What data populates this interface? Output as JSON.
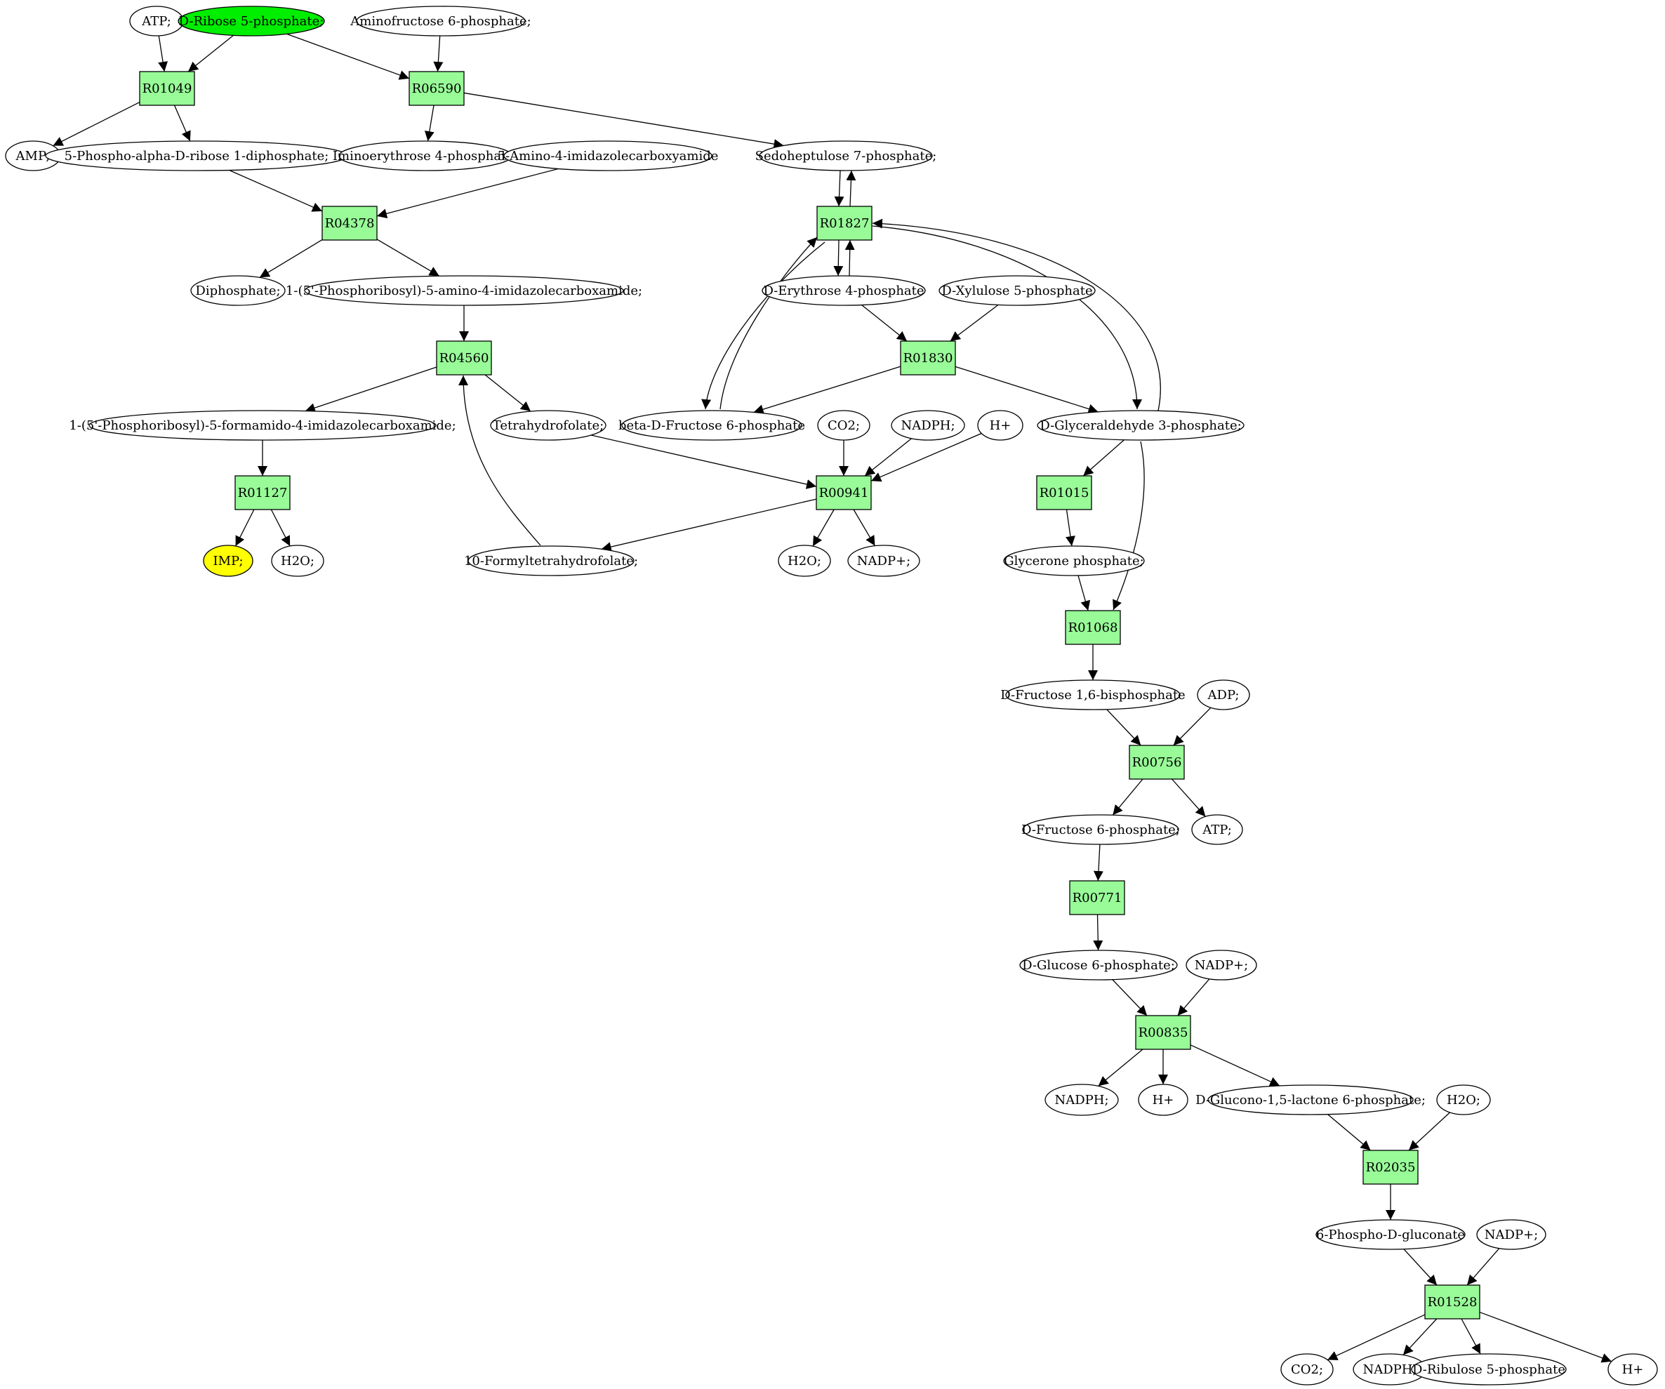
{
  "colors": {
    "reaction": "#98fb98",
    "compound": "#ffffff",
    "source": "#00ee00",
    "target": "#ffff00",
    "stroke": "#000000"
  },
  "nodes": [
    {
      "id": "atp1",
      "kind": "compound",
      "label": "ATP;"
    },
    {
      "id": "rib5p",
      "kind": "compound",
      "label": "D-Ribose 5-phosphate;",
      "highlight": "source"
    },
    {
      "id": "aminofru",
      "kind": "compound",
      "label": "Aminofructose 6-phosphate;"
    },
    {
      "id": "R01049",
      "kind": "reaction",
      "label": "R01049"
    },
    {
      "id": "R06590",
      "kind": "reaction",
      "label": "R06590"
    },
    {
      "id": "amp",
      "kind": "compound",
      "label": "AMP;"
    },
    {
      "id": "prpp",
      "kind": "compound",
      "label": "5-Phospho-alpha-D-ribose 1-diphosphate;"
    },
    {
      "id": "iminoery",
      "kind": "compound",
      "label": "Iminoerythrose 4-phosphate;"
    },
    {
      "id": "aica",
      "kind": "compound",
      "label": "5-Amino-4-imidazolecarboxyamide"
    },
    {
      "id": "s7p",
      "kind": "compound",
      "label": "Sedoheptulose 7-phosphate;"
    },
    {
      "id": "R04378",
      "kind": "reaction",
      "label": "R04378"
    },
    {
      "id": "R01827",
      "kind": "reaction",
      "label": "R01827"
    },
    {
      "id": "diphos",
      "kind": "compound",
      "label": "Diphosphate;"
    },
    {
      "id": "aicar",
      "kind": "compound",
      "label": "1-(5'-Phosphoribosyl)-5-amino-4-imidazolecarboxamide;"
    },
    {
      "id": "e4p",
      "kind": "compound",
      "label": "D-Erythrose 4-phosphate"
    },
    {
      "id": "xu5p",
      "kind": "compound",
      "label": "D-Xylulose 5-phosphate"
    },
    {
      "id": "R04560",
      "kind": "reaction",
      "label": "R04560"
    },
    {
      "id": "R01830",
      "kind": "reaction",
      "label": "R01830"
    },
    {
      "id": "faicar",
      "kind": "compound",
      "label": "1-(5'-Phosphoribosyl)-5-formamido-4-imidazolecarboxamide;"
    },
    {
      "id": "thf",
      "kind": "compound",
      "label": "Tetrahydrofolate;"
    },
    {
      "id": "bf6p",
      "kind": "compound",
      "label": "beta-D-Fructose 6-phosphate"
    },
    {
      "id": "co2a",
      "kind": "compound",
      "label": "CO2;"
    },
    {
      "id": "nadpha",
      "kind": "compound",
      "label": "NADPH;"
    },
    {
      "id": "ha",
      "kind": "compound",
      "label": "H+"
    },
    {
      "id": "g3p",
      "kind": "compound",
      "label": "D-Glyceraldehyde 3-phosphate;"
    },
    {
      "id": "R01127",
      "kind": "reaction",
      "label": "R01127"
    },
    {
      "id": "R00941",
      "kind": "reaction",
      "label": "R00941"
    },
    {
      "id": "R01015",
      "kind": "reaction",
      "label": "R01015"
    },
    {
      "id": "imp",
      "kind": "compound",
      "label": "IMP;",
      "highlight": "target"
    },
    {
      "id": "h2oa",
      "kind": "compound",
      "label": "H2O;"
    },
    {
      "id": "fthf",
      "kind": "compound",
      "label": "10-Formyltetrahydrofolate;"
    },
    {
      "id": "h2ob",
      "kind": "compound",
      "label": "H2O;"
    },
    {
      "id": "nadpa",
      "kind": "compound",
      "label": "NADP+;"
    },
    {
      "id": "dhap",
      "kind": "compound",
      "label": "Glycerone phosphate;"
    },
    {
      "id": "R01068",
      "kind": "reaction",
      "label": "R01068"
    },
    {
      "id": "fbp",
      "kind": "compound",
      "label": "D-Fructose 1,6-bisphosphate"
    },
    {
      "id": "adp",
      "kind": "compound",
      "label": "ADP;"
    },
    {
      "id": "R00756",
      "kind": "reaction",
      "label": "R00756"
    },
    {
      "id": "f6p",
      "kind": "compound",
      "label": "D-Fructose 6-phosphate;"
    },
    {
      "id": "atp2",
      "kind": "compound",
      "label": "ATP;"
    },
    {
      "id": "R00771",
      "kind": "reaction",
      "label": "R00771"
    },
    {
      "id": "g6p",
      "kind": "compound",
      "label": "D-Glucose 6-phosphate;"
    },
    {
      "id": "nadpb",
      "kind": "compound",
      "label": "NADP+;"
    },
    {
      "id": "R00835",
      "kind": "reaction",
      "label": "R00835"
    },
    {
      "id": "nadphb",
      "kind": "compound",
      "label": "NADPH;"
    },
    {
      "id": "hb",
      "kind": "compound",
      "label": "H+"
    },
    {
      "id": "glucono",
      "kind": "compound",
      "label": "D-Glucono-1,5-lactone 6-phosphate;"
    },
    {
      "id": "h2oc",
      "kind": "compound",
      "label": "H2O;"
    },
    {
      "id": "R02035",
      "kind": "reaction",
      "label": "R02035"
    },
    {
      "id": "pgluc",
      "kind": "compound",
      "label": "6-Phospho-D-gluconate"
    },
    {
      "id": "nadpc",
      "kind": "compound",
      "label": "NADP+;"
    },
    {
      "id": "R01528",
      "kind": "reaction",
      "label": "R01528"
    },
    {
      "id": "co2b",
      "kind": "compound",
      "label": "CO2;"
    },
    {
      "id": "nadphc",
      "kind": "compound",
      "label": "NADPH;"
    },
    {
      "id": "ru5p",
      "kind": "compound",
      "label": "D-Ribulose 5-phosphate"
    },
    {
      "id": "hc",
      "kind": "compound",
      "label": "H+"
    }
  ],
  "edges": [
    {
      "from": "atp1",
      "to": "R01049"
    },
    {
      "from": "rib5p",
      "to": "R01049"
    },
    {
      "from": "rib5p",
      "to": "R06590"
    },
    {
      "from": "aminofru",
      "to": "R06590"
    },
    {
      "from": "R01049",
      "to": "amp"
    },
    {
      "from": "R01049",
      "to": "prpp"
    },
    {
      "from": "R06590",
      "to": "iminoery"
    },
    {
      "from": "R06590",
      "to": "s7p"
    },
    {
      "from": "prpp",
      "to": "R04378"
    },
    {
      "from": "aica",
      "to": "R04378"
    },
    {
      "from": "R04378",
      "to": "diphos"
    },
    {
      "from": "R04378",
      "to": "aicar"
    },
    {
      "from": "aicar",
      "to": "R04560"
    },
    {
      "from": "R04560",
      "to": "faicar"
    },
    {
      "from": "R04560",
      "to": "thf"
    },
    {
      "from": "fthf",
      "to": "R04560"
    },
    {
      "from": "faicar",
      "to": "R01127"
    },
    {
      "from": "R01127",
      "to": "imp"
    },
    {
      "from": "R01127",
      "to": "h2oa"
    },
    {
      "from": "s7p",
      "to": "R01827"
    },
    {
      "from": "R01827",
      "to": "s7p"
    },
    {
      "from": "R01827",
      "to": "e4p"
    },
    {
      "from": "e4p",
      "to": "R01827"
    },
    {
      "from": "R01827",
      "to": "bf6p"
    },
    {
      "from": "bf6p",
      "to": "R01827"
    },
    {
      "from": "R01827",
      "to": "g3p"
    },
    {
      "from": "g3p",
      "to": "R01827"
    },
    {
      "from": "e4p",
      "to": "R01830"
    },
    {
      "from": "xu5p",
      "to": "R01830"
    },
    {
      "from": "R01830",
      "to": "bf6p"
    },
    {
      "from": "R01830",
      "to": "g3p"
    },
    {
      "from": "thf",
      "to": "R00941"
    },
    {
      "from": "co2a",
      "to": "R00941"
    },
    {
      "from": "nadpha",
      "to": "R00941"
    },
    {
      "from": "ha",
      "to": "R00941"
    },
    {
      "from": "R00941",
      "to": "fthf"
    },
    {
      "from": "R00941",
      "to": "h2ob"
    },
    {
      "from": "R00941",
      "to": "nadpa"
    },
    {
      "from": "g3p",
      "to": "R01015"
    },
    {
      "from": "R01015",
      "to": "dhap"
    },
    {
      "from": "dhap",
      "to": "R01068"
    },
    {
      "from": "g3p",
      "to": "R01068"
    },
    {
      "from": "R01068",
      "to": "fbp"
    },
    {
      "from": "fbp",
      "to": "R00756"
    },
    {
      "from": "adp",
      "to": "R00756"
    },
    {
      "from": "R00756",
      "to": "f6p"
    },
    {
      "from": "R00756",
      "to": "atp2"
    },
    {
      "from": "f6p",
      "to": "R00771"
    },
    {
      "from": "R00771",
      "to": "g6p"
    },
    {
      "from": "g6p",
      "to": "R00835"
    },
    {
      "from": "nadpb",
      "to": "R00835"
    },
    {
      "from": "R00835",
      "to": "nadphb"
    },
    {
      "from": "R00835",
      "to": "hb"
    },
    {
      "from": "R00835",
      "to": "glucono"
    },
    {
      "from": "glucono",
      "to": "R02035"
    },
    {
      "from": "h2oc",
      "to": "R02035"
    },
    {
      "from": "R02035",
      "to": "pgluc"
    },
    {
      "from": "pgluc",
      "to": "R01528"
    },
    {
      "from": "nadpc",
      "to": "R01528"
    },
    {
      "from": "R01528",
      "to": "co2b"
    },
    {
      "from": "R01528",
      "to": "nadphc"
    },
    {
      "from": "R01528",
      "to": "ru5p"
    },
    {
      "from": "R01528",
      "to": "hc"
    }
  ]
}
